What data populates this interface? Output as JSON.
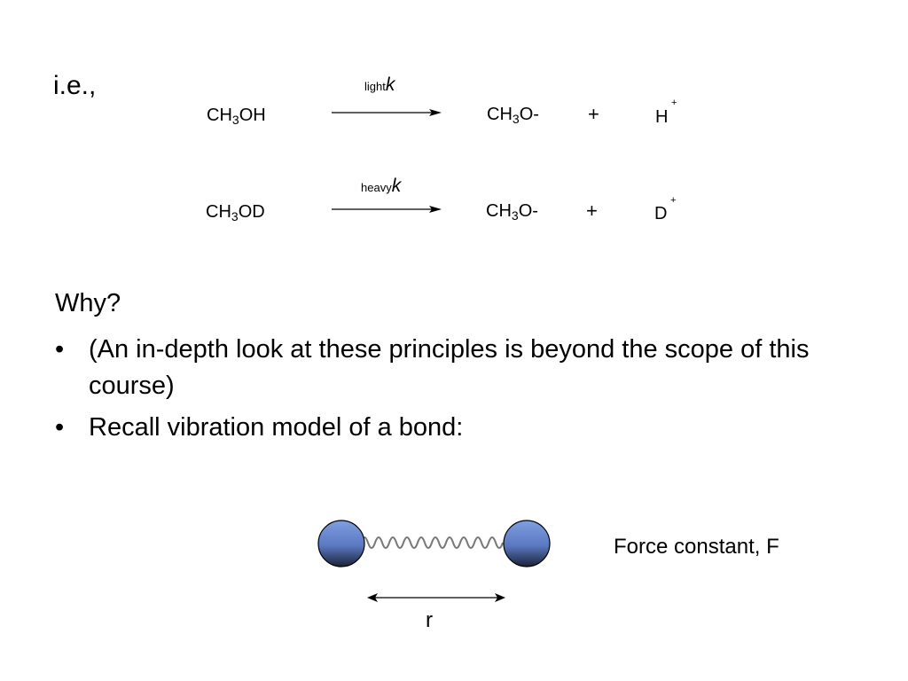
{
  "intro": "i.e.,",
  "reaction1": {
    "reactant_prefix": "CH",
    "reactant_sub": "3",
    "reactant_suffix": "OH",
    "rate_prefix": "light",
    "rate_symbol": "k",
    "product_prefix": "CH",
    "product_sub": "3",
    "product_suffix": "O-",
    "plus": "+",
    "ion": "H",
    "charge": "+"
  },
  "reaction2": {
    "reactant_prefix": "CH",
    "reactant_sub": "3",
    "reactant_suffix": "OD",
    "rate_prefix": "heavy",
    "rate_symbol": "k",
    "product_prefix": "CH",
    "product_sub": "3",
    "product_suffix": "O-",
    "plus": "+",
    "ion": "D",
    "charge": "+"
  },
  "why": "Why?",
  "bullets": [
    {
      "marker": "•",
      "text": "(An in-depth look at these principles is beyond the scope of this course)"
    },
    {
      "marker": "•",
      "text": "Recall vibration model of a bond:"
    }
  ],
  "diagram": {
    "force_label": "Force constant, F",
    "distance_label": "r",
    "atom_color_top": "#7f9fe0",
    "atom_color_bottom": "#1a2238"
  }
}
